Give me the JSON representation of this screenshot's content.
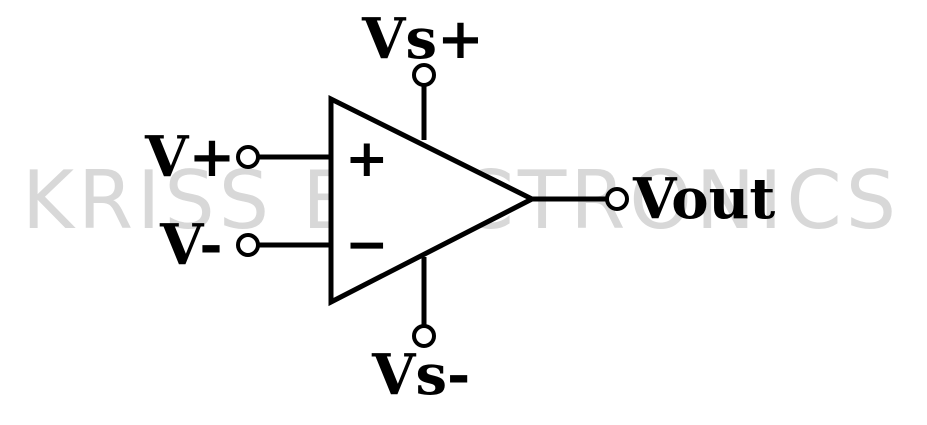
{
  "watermark": "KRISS ELECTRONICS",
  "labels": {
    "vs_plus": "Vs+",
    "vs_minus": "Vs-",
    "v_plus": "V+",
    "v_minus": "V-",
    "vout": "Vout",
    "plus_sign": "+",
    "minus_sign": "−"
  },
  "colors": {
    "line": "#000000",
    "background": "#ffffff",
    "watermark": "#d8d8d8"
  }
}
